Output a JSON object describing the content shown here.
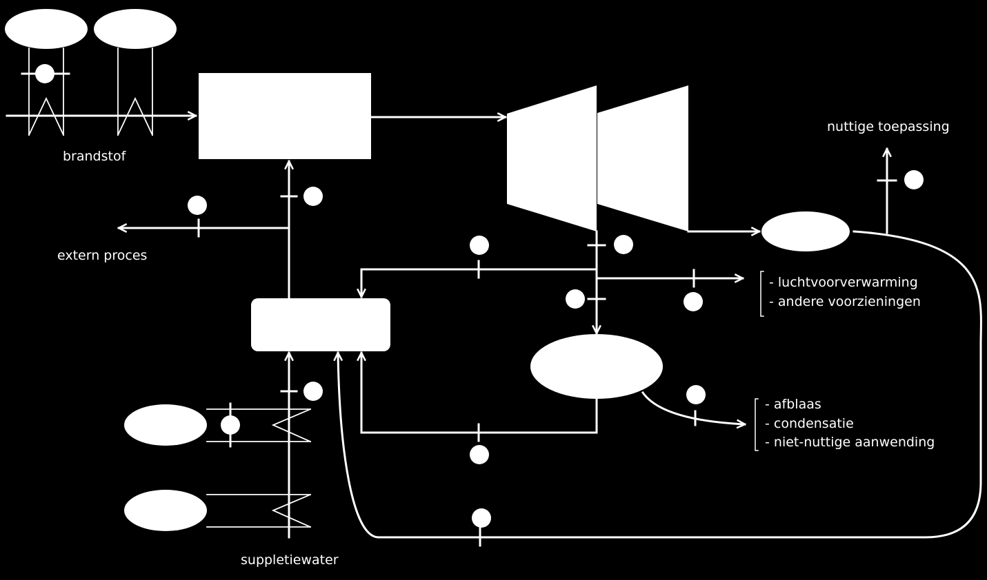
{
  "colors": {
    "background": "#000000",
    "foreground": "#ffffff"
  },
  "labels": {
    "fuel": "brandstof",
    "useful_application": "nuttige toepassing",
    "external_process": "extern proces",
    "makeup_water": "suppletiewater",
    "auxiliary_list": [
      "- luchtvoorverwarming",
      "- andere voorzieningen"
    ],
    "loss_list": [
      "- afblaas",
      "- condensatie",
      "- niet-nuttige  aanwending"
    ]
  }
}
